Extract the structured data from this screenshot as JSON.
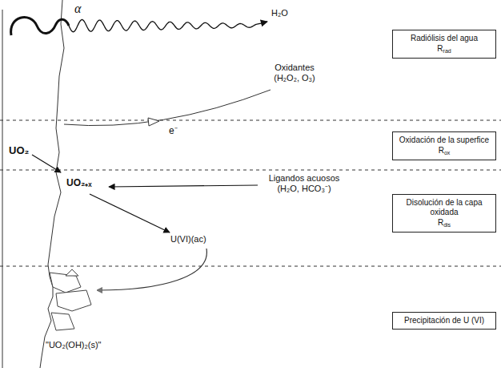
{
  "diagram": {
    "nodes": [
      {
        "text": [
          "Radiólisis del agua",
          "Rrad"
        ]
      },
      {
        "text": [
          "Oxidación de la superfice",
          "Rox"
        ]
      },
      {
        "text": [
          "Disolución de la capa oxidada",
          "Rdis"
        ]
      },
      {
        "text": [
          "Precipitación de U (VI)"
        ]
      }
    ],
    "labels": [
      "α",
      "H₂O",
      "Oxidantes (H₂O₂, O₃)",
      "e⁻",
      "UO₂",
      "UO₂₊ₓ",
      "Ligandos acuosos (H₂O, HCO₃⁻)",
      "U(VI)(ac)",
      "\"UO₂(OH)₂(s)\""
    ]
  }
}
